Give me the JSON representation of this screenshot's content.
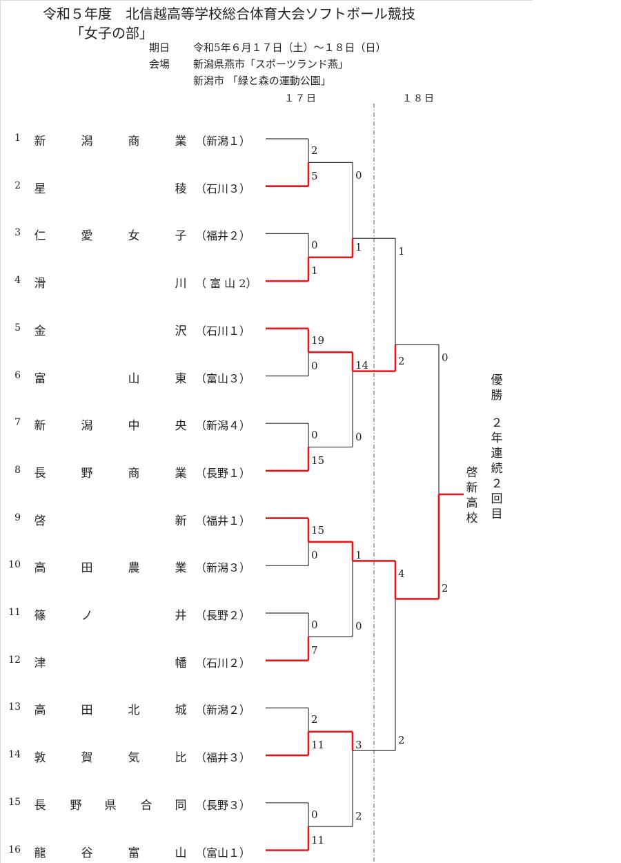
{
  "header": {
    "title": "令和５年度　北信越高等学校総合体育大会ソフトボール競技",
    "subtitle": "「女子の部」",
    "date_label": "期日",
    "date_value": "令和5年６月１７日（土）～１８日（日）",
    "venue_label": "会場",
    "venue_1": "新潟県燕市「スポーツランド燕」",
    "venue_2": "新潟市 「緑と森の運動公園」"
  },
  "days": {
    "day1": "１７日",
    "day2": "１８日"
  },
  "teams": [
    {
      "no": "1",
      "name": [
        "新",
        "潟",
        "商",
        "業"
      ],
      "pref": "（新潟１）"
    },
    {
      "no": "2",
      "name": [
        "星",
        "",
        "",
        "稜"
      ],
      "pref": "（石川３）"
    },
    {
      "no": "3",
      "name": [
        "仁",
        "愛",
        "女",
        "子"
      ],
      "pref": "（福井２）"
    },
    {
      "no": "4",
      "name": [
        "滑",
        "",
        "",
        "川"
      ],
      "pref": "（ 富 山 2）"
    },
    {
      "no": "5",
      "name": [
        "金",
        "",
        "",
        "沢"
      ],
      "pref": "（石川１）"
    },
    {
      "no": "6",
      "name": [
        "富",
        "",
        "山",
        "東"
      ],
      "pref": "（富山３）"
    },
    {
      "no": "7",
      "name": [
        "新",
        "潟",
        "中",
        "央"
      ],
      "pref": "（新潟４）"
    },
    {
      "no": "8",
      "name": [
        "長",
        "野",
        "商",
        "業"
      ],
      "pref": "（長野１）"
    },
    {
      "no": "9",
      "name": [
        "啓",
        "",
        "",
        "新"
      ],
      "pref": "（福井１）"
    },
    {
      "no": "10",
      "name": [
        "高",
        "田",
        "農",
        "業"
      ],
      "pref": "（新潟３）"
    },
    {
      "no": "11",
      "name": [
        "篠",
        "ノ",
        "",
        "井"
      ],
      "pref": "（長野２）"
    },
    {
      "no": "12",
      "name": [
        "津",
        "",
        "",
        "幡"
      ],
      "pref": "（石川２）"
    },
    {
      "no": "13",
      "name": [
        "高",
        "田",
        "北",
        "城"
      ],
      "pref": "（新潟２）"
    },
    {
      "no": "14",
      "name": [
        "敦",
        "賀",
        "気",
        "比"
      ],
      "pref": "（福井３）"
    },
    {
      "no": "15",
      "name": [
        "長",
        "野",
        "県",
        "合",
        "同"
      ],
      "pref": "（長野３）"
    },
    {
      "no": "16",
      "name": [
        "龍",
        "谷",
        "富",
        "山"
      ],
      "pref": "（富山１）"
    }
  ],
  "scores": {
    "r1": [
      [
        "2",
        "5"
      ],
      [
        "0",
        "1"
      ],
      [
        "19",
        "0"
      ],
      [
        "0",
        "15"
      ],
      [
        "15",
        "0"
      ],
      [
        "0",
        "7"
      ],
      [
        "2",
        "11"
      ],
      [
        "0",
        "11"
      ]
    ],
    "r2": [
      [
        "0",
        "1"
      ],
      [
        "14",
        "0"
      ],
      [
        "1",
        "0"
      ],
      [
        "3",
        "2"
      ]
    ],
    "r3": [
      [
        "1",
        "2"
      ],
      [
        "4",
        "2"
      ]
    ],
    "final": [
      "0",
      "2"
    ]
  },
  "champion": {
    "label": "優勝",
    "note": "２年連続２回目",
    "team": "啓新高校"
  },
  "colors": {
    "winner_line": "#e8141a",
    "loser_line": "#333333",
    "divider": "#555555"
  }
}
